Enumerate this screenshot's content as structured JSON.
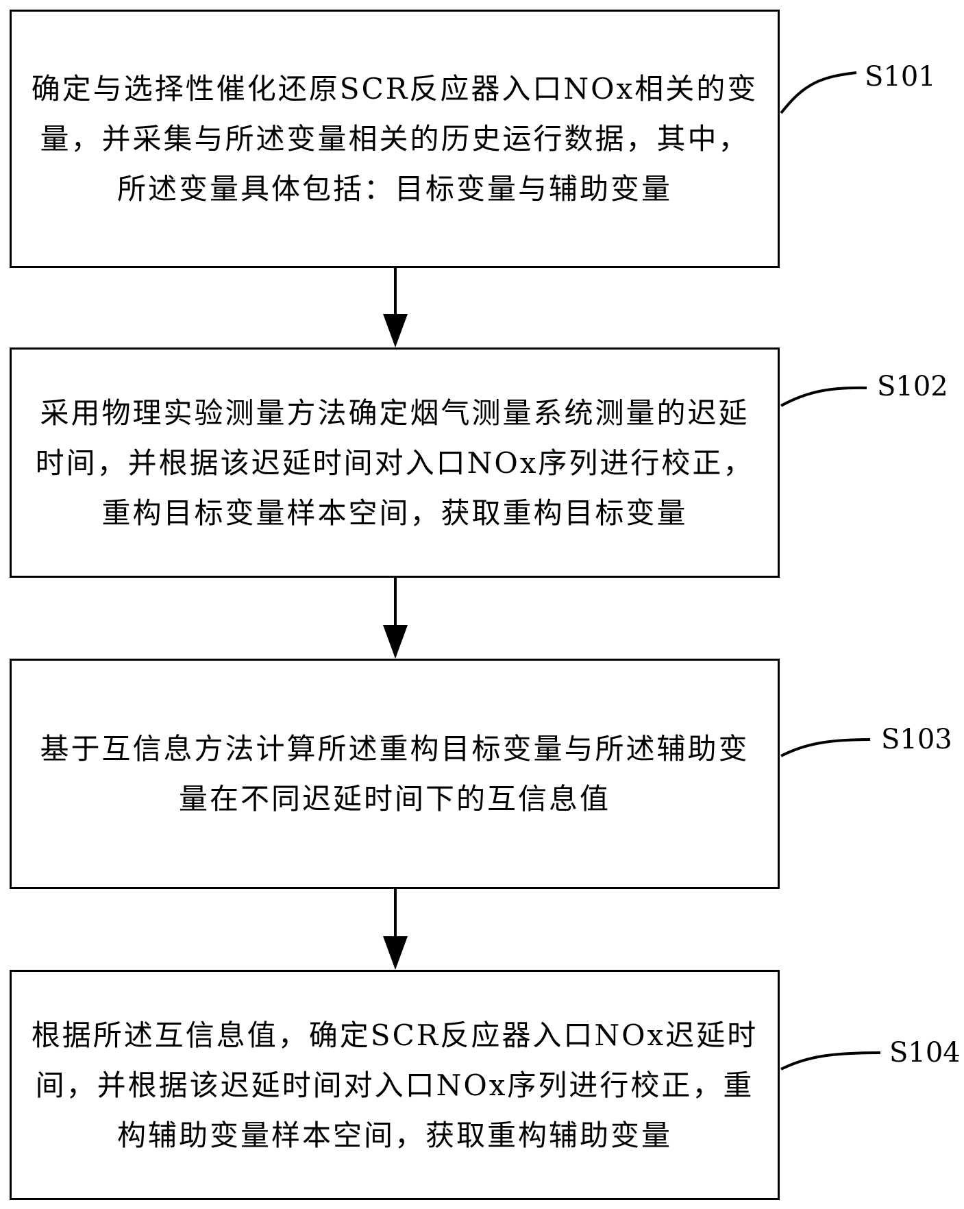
{
  "steps": [
    {
      "label": "S101",
      "text": "确定与选择性催化还原SCR反应器入口NOx相关的变量，并采集与所述变量相关的历史运行数据，其中，所述变量具体包括：目标变量与辅助变量"
    },
    {
      "label": "S102",
      "text": "采用物理实验测量方法确定烟气测量系统测量的迟延时间，并根据该迟延时间对入口NOx序列进行校正，重构目标变量样本空间，获取重构目标变量"
    },
    {
      "label": "S103",
      "text": "基于互信息方法计算所述重构目标变量与所述辅助变量在不同迟延时间下的互信息值"
    },
    {
      "label": "S104",
      "text": "根据所述互信息值，确定SCR反应器入口NOx迟延时间，并根据该迟延时间对入口NOx序列进行校正，重构辅助变量样本空间，获取重构辅助变量"
    }
  ],
  "colors": {
    "stroke": "#000000",
    "background": "#ffffff"
  }
}
